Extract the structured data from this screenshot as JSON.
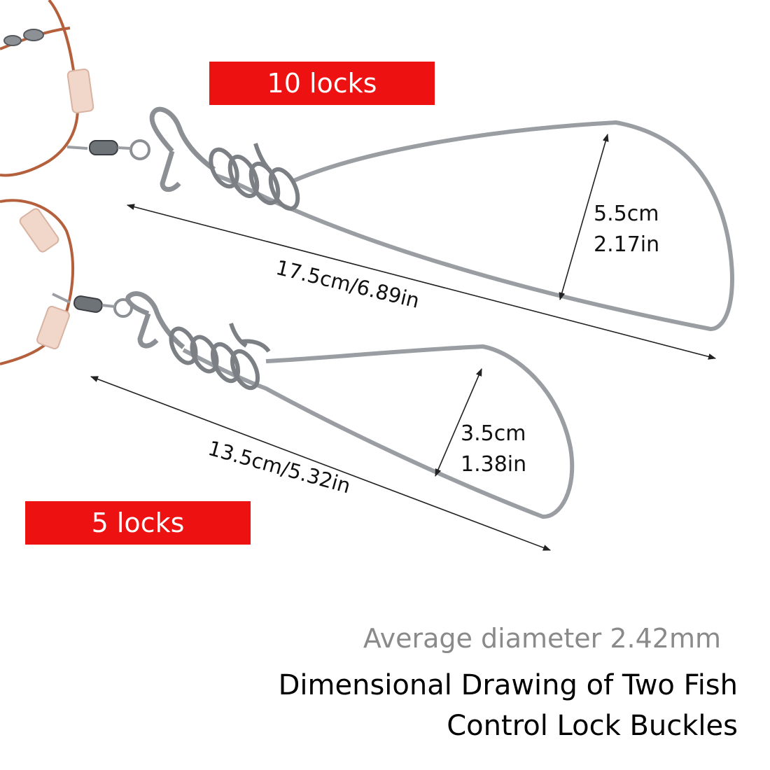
{
  "labels": {
    "big_lock_count": "10 locks",
    "small_lock_count": "5 locks"
  },
  "dimensions": {
    "big_length": "17.5cm/6.89in",
    "big_height_cm": "5.5cm",
    "big_height_in": "2.17in",
    "small_length": "13.5cm/5.32in",
    "small_height_cm": "3.5cm",
    "small_height_in": "1.38in"
  },
  "caption": {
    "diameter": "Average diameter 2.42mm",
    "title_line1": "Dimensional Drawing of Two Fish",
    "title_line2": "Control Lock Buckles"
  },
  "colors": {
    "label_background": "#ee1111",
    "label_text": "#ffffff",
    "wire": "#9a9ea3",
    "cord": "#b5603c",
    "diameter_text": "#8a8a8a"
  }
}
